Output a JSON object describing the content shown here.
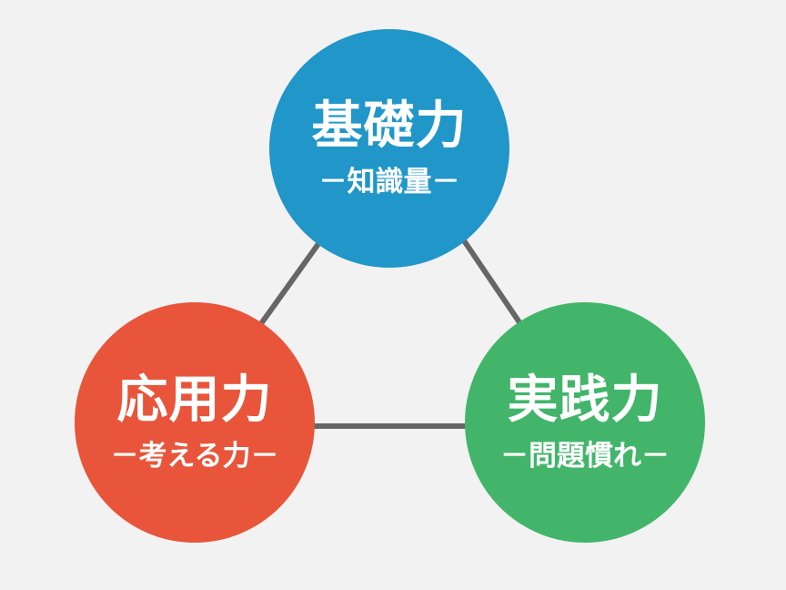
{
  "colors": {
    "background": "#f2f2f2",
    "connector": "#666666",
    "top": "#2196c9",
    "left": "#e8553a",
    "right": "#42b56b"
  },
  "nodes": {
    "top": {
      "title": "基礎力",
      "subtitle": "－知識量－"
    },
    "left": {
      "title": "応用力",
      "subtitle": "－考える力－"
    },
    "right": {
      "title": "実践力",
      "subtitle": "－問題慣れ－"
    }
  }
}
